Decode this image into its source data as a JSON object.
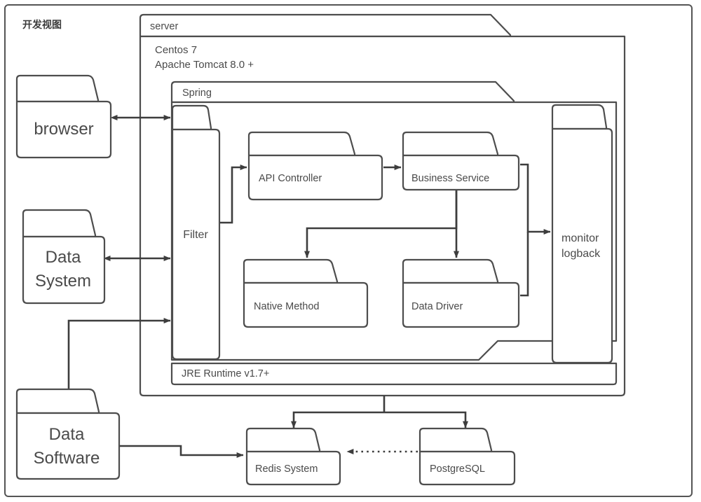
{
  "diagram": {
    "title": "开发视图",
    "outer_frame": {
      "name": "development-view-frame"
    },
    "containers": [
      {
        "id": "server",
        "label": "server",
        "meta_lines": [
          "Centos 7",
          "Apache Tomcat 8.0 +"
        ]
      },
      {
        "id": "spring",
        "label": "Spring"
      },
      {
        "id": "jre",
        "label": "JRE Runtime v1.7+"
      }
    ],
    "nodes": [
      {
        "id": "browser",
        "label": "browser",
        "lines": [
          "browser"
        ]
      },
      {
        "id": "data-system",
        "label": "Data System",
        "lines": [
          "Data",
          "System"
        ]
      },
      {
        "id": "data-software",
        "label": "Data Software",
        "lines": [
          "Data",
          "Software"
        ]
      },
      {
        "id": "filter",
        "label": "Filter",
        "lines": [
          "Filter"
        ]
      },
      {
        "id": "api-controller",
        "label": "API Controller",
        "lines": [
          "API Controller"
        ]
      },
      {
        "id": "business-service",
        "label": "Business Service",
        "lines": [
          "Business Service"
        ]
      },
      {
        "id": "native-method",
        "label": "Native Method",
        "lines": [
          "Native Method"
        ]
      },
      {
        "id": "data-driver",
        "label": "Data Driver",
        "lines": [
          "Data Driver"
        ]
      },
      {
        "id": "monitor-logback",
        "label": "monitor logback",
        "lines": [
          "monitor",
          "logback"
        ]
      },
      {
        "id": "redis-system",
        "label": "Redis System",
        "lines": [
          "Redis System"
        ]
      },
      {
        "id": "postgresql",
        "label": "PostgreSQL",
        "lines": [
          "PostgreSQL"
        ]
      }
    ],
    "edges": [
      {
        "id": "browser-filter",
        "from": "browser",
        "to": "filter",
        "style": "solid",
        "arrows": "both"
      },
      {
        "id": "data-system-filter",
        "from": "data-system",
        "to": "filter",
        "style": "solid",
        "arrows": "both"
      },
      {
        "id": "data-software-filter",
        "from": "data-software",
        "to": "filter",
        "style": "solid",
        "arrows": "end"
      },
      {
        "id": "filter-api-controller",
        "from": "filter",
        "to": "api-controller",
        "style": "solid",
        "arrows": "end"
      },
      {
        "id": "api-business",
        "from": "api-controller",
        "to": "business-service",
        "style": "solid",
        "arrows": "end"
      },
      {
        "id": "business-native-method",
        "from": "business-service",
        "to": "native-method",
        "style": "solid",
        "arrows": "end"
      },
      {
        "id": "business-data-driver",
        "from": "business-service",
        "to": "data-driver",
        "style": "solid",
        "arrows": "end"
      },
      {
        "id": "business-monitor",
        "from": "business-service",
        "to": "monitor-logback",
        "style": "solid",
        "arrows": "end"
      },
      {
        "id": "data-driver-monitor",
        "from": "data-driver",
        "to": "monitor-logback",
        "style": "solid",
        "arrows": "end"
      },
      {
        "id": "server-redis",
        "from": "server",
        "to": "redis-system",
        "style": "solid",
        "arrows": "end"
      },
      {
        "id": "server-postgresql",
        "from": "server",
        "to": "postgresql",
        "style": "solid",
        "arrows": "end"
      },
      {
        "id": "data-software-redis",
        "from": "data-software",
        "to": "redis-system",
        "style": "solid",
        "arrows": "end"
      },
      {
        "id": "postgresql-redis",
        "from": "postgresql",
        "to": "redis-system",
        "style": "dotted",
        "arrows": "end"
      }
    ]
  },
  "colors": {
    "background": "#ffffff",
    "node_stroke": "#4d4d4d",
    "frame_stroke": "#555555",
    "edge_stroke": "#3d3d3d",
    "text": "#4a4a4a"
  }
}
